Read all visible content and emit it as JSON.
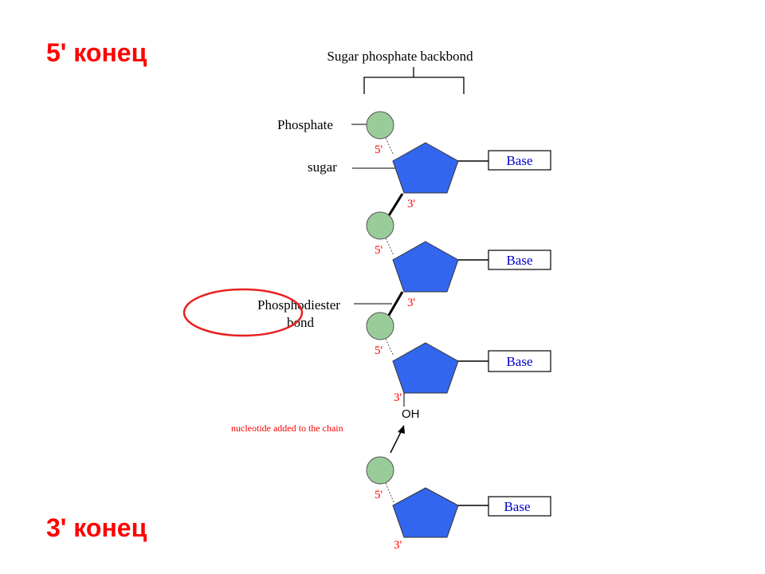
{
  "end_labels": {
    "top": "5' конец",
    "bottom": "3' конец"
  },
  "diagram": {
    "backbone_label": "Sugar phosphate backbond",
    "phosphate_label": "Phosphate",
    "sugar_label": "sugar",
    "bond_label_line1": "Phosphodiester",
    "bond_label_line2": "bond",
    "added_label": "nucleotide added to the chain",
    "oh_label": "OH",
    "prime5": "5'",
    "prime3": "3'",
    "base_label": "Base",
    "colors": {
      "phosphate_fill": "#99cc99",
      "sugar_fill": "#3366ee",
      "base_text": "#0000cc",
      "prime_text": "#ff0000",
      "highlight_ellipse": "#e82020",
      "end_label": "#ff0000"
    }
  }
}
